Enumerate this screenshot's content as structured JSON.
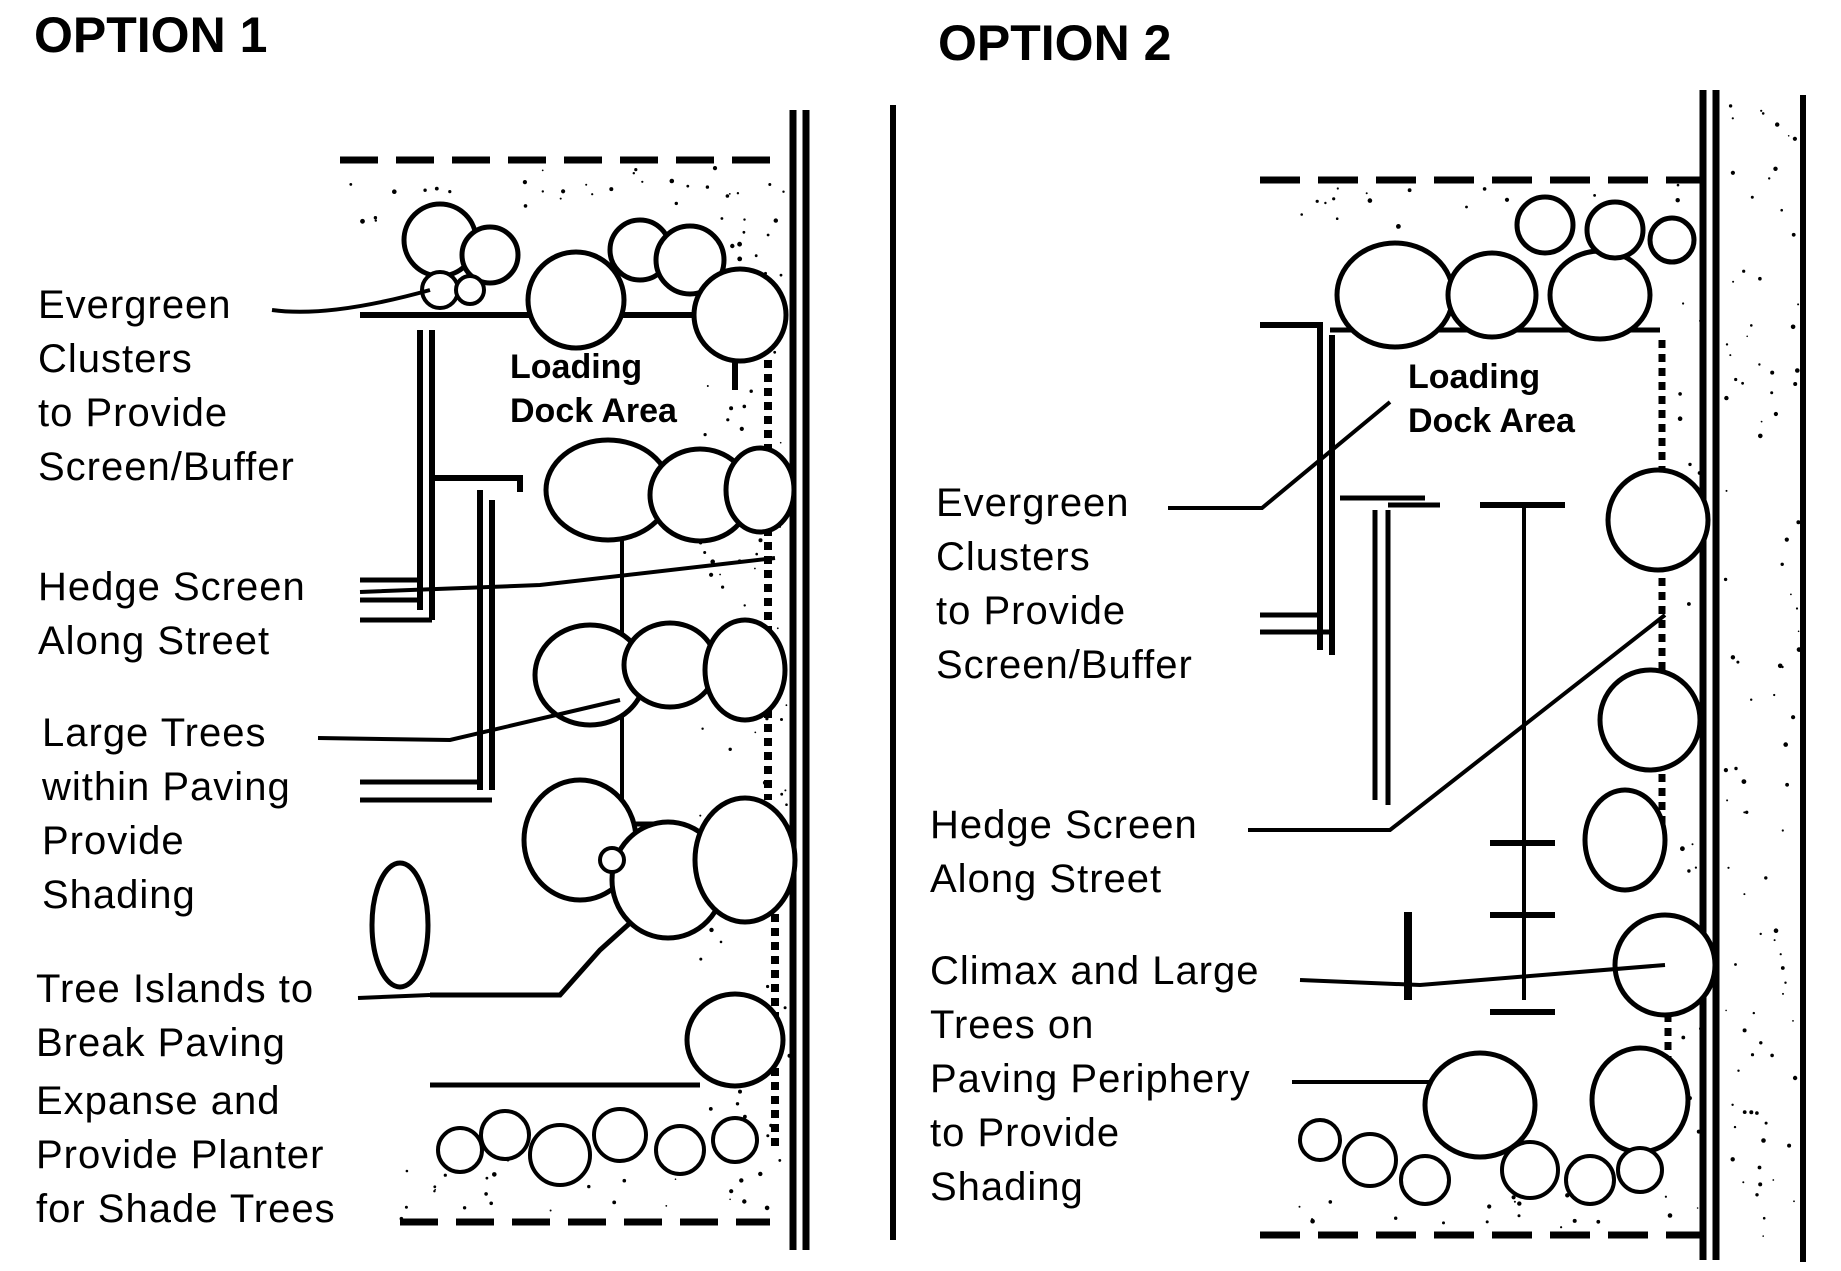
{
  "option1": {
    "title": "OPTION 1",
    "dock_label": [
      "Loading",
      "Dock Area"
    ],
    "labels": [
      {
        "lines": [
          "Evergreen",
          "Clusters",
          "to Provide",
          "Screen/Buffer"
        ]
      },
      {
        "lines": [
          "Hedge Screen",
          "Along Street"
        ]
      },
      {
        "lines": [
          "Large Trees",
          "within Paving",
          "Provide",
          "Shading"
        ]
      },
      {
        "lines": [
          "Tree Islands to",
          "Break Paving",
          "Expanse and",
          "Provide Planter",
          "for Shade Trees"
        ]
      }
    ]
  },
  "option2": {
    "title": "OPTION 2",
    "dock_label": [
      "Loading",
      "Dock Area"
    ],
    "labels": [
      {
        "lines": [
          "Evergreen",
          "Clusters",
          "to Provide",
          "Screen/Buffer"
        ]
      },
      {
        "lines": [
          "Hedge Screen",
          "Along Street"
        ]
      },
      {
        "lines": [
          "Climax and Large",
          "Trees on",
          "Paving Periphery",
          "to Provide",
          "Shading"
        ]
      }
    ]
  }
}
